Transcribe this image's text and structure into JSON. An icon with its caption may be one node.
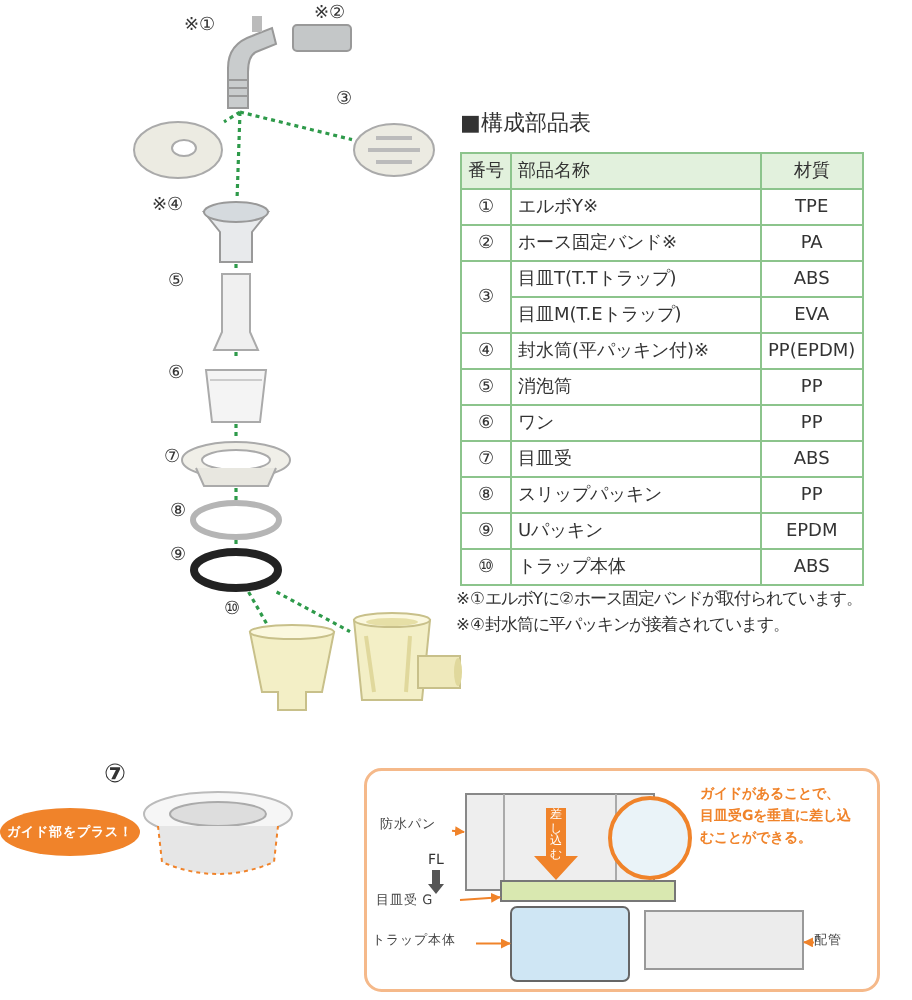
{
  "diagram": {
    "nodes": [
      {
        "text": [],
        "shape": "picture",
        "beside": [
          "※①"
        ]
      },
      {
        "text": [],
        "shape": "box",
        "beside": [
          "※②"
        ]
      },
      {
        "text": [],
        "shape": "picture"
      },
      {
        "text": [],
        "shape": "picture",
        "beside": [
          "③"
        ]
      },
      {
        "text": [],
        "shape": "picture",
        "beside": [
          "※④"
        ]
      },
      {
        "text": [],
        "shape": "picture",
        "beside": [
          "⑤"
        ]
      },
      {
        "text": [],
        "shape": "picture",
        "beside": [
          "⑥"
        ]
      },
      {
        "text": [],
        "shape": "picture",
        "beside": [
          "⑦"
        ]
      },
      {
        "text": [],
        "shape": "circle",
        "beside": [
          "⑧"
        ]
      },
      {
        "text": [],
        "shape": "circle",
        "beside": [
          "⑨"
        ]
      },
      {
        "text": [],
        "shape": "picture",
        "beside": [
          "⑩"
        ]
      },
      {
        "text": [],
        "shape": "picture"
      },
      {
        "text": [],
        "shape": "picture",
        "beside": [
          "⑦"
        ]
      },
      {
        "text": [
          "ガイド部をプラス！"
        ]
      },
      {
        "text": [],
        "shape": "box"
      },
      {
        "text": [
          "防水パン"
        ],
        "in": 14
      },
      {
        "text": [],
        "shape": "picture",
        "in": 14
      },
      {
        "text": [
          "目皿受 G"
        ],
        "in": 14
      },
      {
        "text": [],
        "shape": "bar",
        "in": 14
      },
      {
        "text": [
          "トラップ本体"
        ],
        "in": 14
      },
      {
        "text": [],
        "shape": "box",
        "in": 14
      },
      {
        "text": [
          "配管"
        ],
        "in": 14
      },
      {
        "text": [],
        "shape": "box",
        "in": 14
      },
      {
        "text": [
          "差し込む"
        ],
        "in": 16
      },
      {
        "text": [],
        "shape": "circle",
        "in": 14
      },
      {
        "text": [
          "ガイドがあることで、目皿受Gを垂直に差し込むことができる。"
        ],
        "in": 14
      }
    ],
    "edges": [
      {
        "from": 0,
        "to": 2,
        "arrow": "none",
        "style": "dashed"
      },
      {
        "from": 0,
        "to": 3,
        "arrow": "none",
        "style": "dashed"
      },
      {
        "from": 0,
        "to": 4,
        "arrow": "none",
        "style": "dashed"
      },
      {
        "from": 4,
        "to": 5,
        "arrow": "none",
        "style": "dashed"
      },
      {
        "from": 5,
        "to": 6,
        "arrow": "none",
        "style": "dashed"
      },
      {
        "from": 6,
        "to": 7,
        "arrow": "none",
        "style": "dashed"
      },
      {
        "from": 7,
        "to": 8,
        "arrow": "none",
        "style": "dashed"
      },
      {
        "from": 8,
        "to": 9,
        "arrow": "none",
        "style": "dashed"
      },
      {
        "from": 9,
        "to": 10,
        "arrow": "none",
        "style": "dashed"
      },
      {
        "from": 9,
        "to": 11,
        "arrow": "none",
        "style": "dashed"
      },
      {
        "from": 15,
        "to": 16,
        "arrow": "to",
        "color": "#f0832a"
      },
      {
        "from": 17,
        "to": 18,
        "arrow": "to",
        "color": "#f0832a"
      },
      {
        "from": 19,
        "to": 20,
        "arrow": "to",
        "color": "#f0832a"
      },
      {
        "from": 21,
        "to": 22,
        "arrow": "to",
        "color": "#f0832a"
      }
    ],
    "labels": [
      "■構成部品表",
      "番号",
      "部品名称",
      "材質",
      "①",
      "エルボY※",
      "TPE",
      "②",
      "ホース固定バンド※",
      "PA",
      "③",
      "目皿T(T.Tトラップ)",
      "ABS",
      "目皿M(T.Eトラップ)",
      "EVA",
      "④",
      "封水筒(平パッキン付)※",
      "PP(EPDM)",
      "⑤",
      "消泡筒",
      "PP",
      "⑥",
      "ワン",
      "PP",
      "⑦",
      "目皿受",
      "ABS",
      "⑧",
      "スリップパッキン",
      "PP",
      "⑨",
      "Uパッキン",
      "EPDM",
      "⑩",
      "トラップ本体",
      "ABS",
      "※①エルボYに②ホース固定バンドが取付られています。",
      "※④封水筒に平パッキンが接着されています。",
      "FL"
    ]
  }
}
